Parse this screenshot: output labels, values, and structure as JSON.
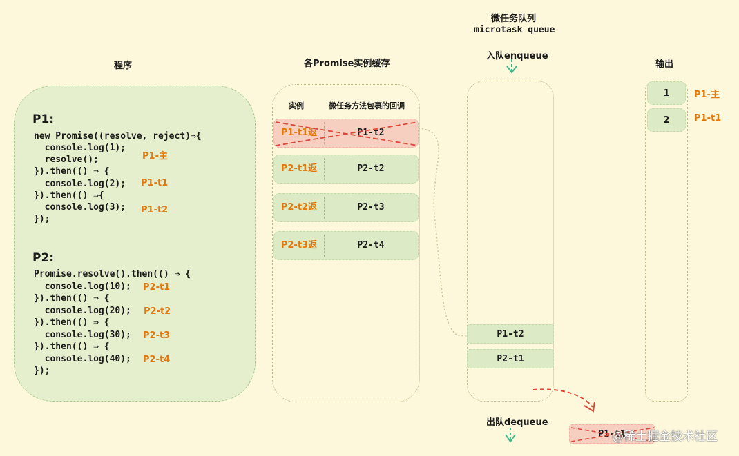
{
  "headers": {
    "program": "程序",
    "cache": "各Promise实例缓存",
    "queue_title": "微任务队列",
    "queue_title_en": "microtask queue",
    "enqueue": "入队enqueue",
    "output": "输出",
    "dequeue": "出队dequeue"
  },
  "program": {
    "p1_title": "P1:",
    "p1_lines": [
      "new Promise((resolve, reject)⇒{",
      "  console.log(1);",
      "  resolve();",
      "}).then(() ⇒ {",
      "  console.log(2);",
      "}).then(() ⇒{",
      "  console.log(3);",
      "});"
    ],
    "p1_tags": [
      "P1-主",
      "P1-t1",
      "P1-t2"
    ],
    "p2_title": "P2:",
    "p2_lines": [
      "Promise.resolve().then(() ⇒ {",
      "  console.log(10);",
      "}).then(() ⇒ {",
      "  console.log(20);",
      "}).then(() ⇒ {",
      "  console.log(30);",
      "}).then(() ⇒ {",
      "  console.log(40);",
      "});"
    ],
    "p2_tags": [
      "P2-t1",
      "P2-t2",
      "P2-t3",
      "P2-t4"
    ]
  },
  "cache": {
    "col_instance": "实例",
    "col_callback": "微任务方法包裹的回调",
    "rows": [
      {
        "instance": "P1-t1返",
        "callback": "P1-t2",
        "removed": true
      },
      {
        "instance": "P2-t1返",
        "callback": "P2-t2",
        "removed": false
      },
      {
        "instance": "P2-t2返",
        "callback": "P2-t3",
        "removed": false
      },
      {
        "instance": "P2-t3返",
        "callback": "P2-t4",
        "removed": false
      }
    ]
  },
  "queue": {
    "items": [
      "P1-t2",
      "P2-t1"
    ],
    "dequeued": "P1-t1"
  },
  "output": {
    "items": [
      {
        "value": "1",
        "tag": "P1-主"
      },
      {
        "value": "2",
        "tag": "P1-t1"
      }
    ]
  },
  "watermark": "@稀土掘金技术社区",
  "colors": {
    "background": "#fdf8dc",
    "green_box": "#dcebc6",
    "red_box": "#f6cfc0",
    "orange_text": "#e07a10",
    "arrow_green": "#3fb98a",
    "arrow_red": "#d94a3a"
  }
}
